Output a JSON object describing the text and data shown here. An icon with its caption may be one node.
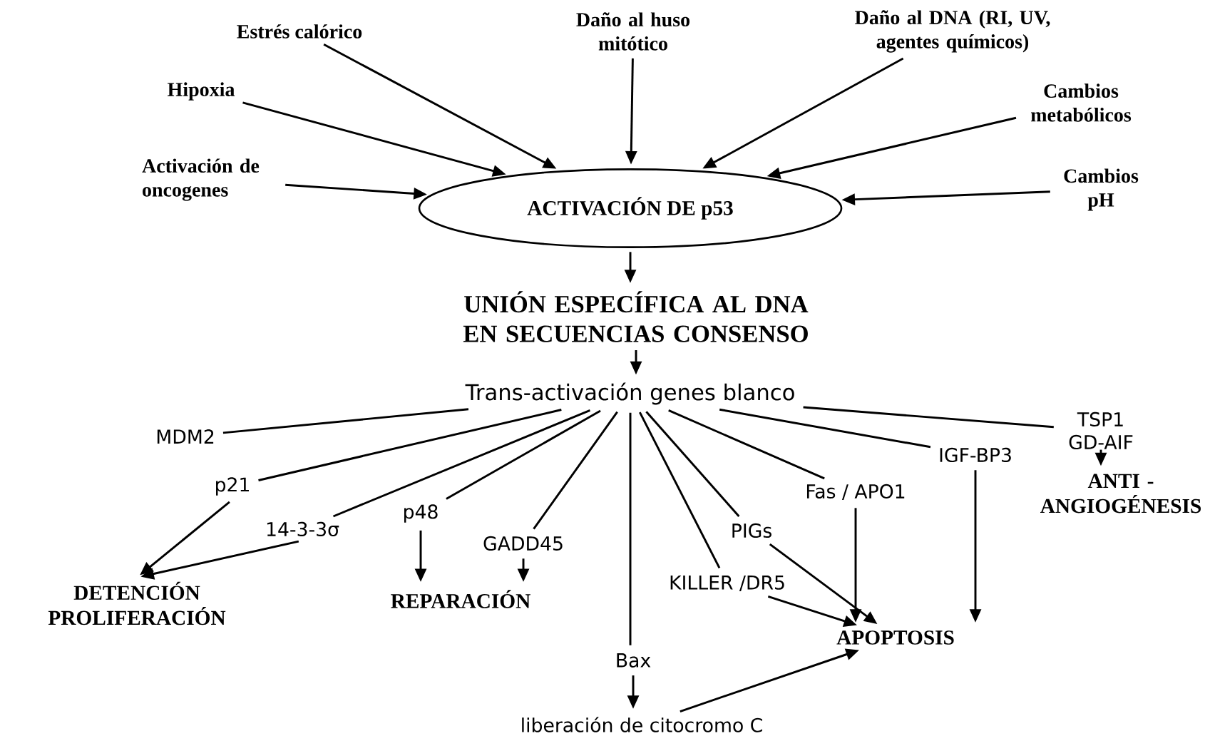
{
  "diagram": {
    "nodes": [
      {
        "text": [
          "Estrés calórico"
        ]
      },
      {
        "text": [
          "Daño al huso mitótico"
        ]
      },
      {
        "text": [
          "Daño al DNA (RI, UV, agentes químicos)"
        ]
      },
      {
        "text": [
          "Hipoxia"
        ]
      },
      {
        "text": [
          "Cambios metabólicos"
        ]
      },
      {
        "text": [
          "Activación de oncogenes"
        ]
      },
      {
        "text": [
          "Cambios pH"
        ]
      },
      {
        "text": [
          "ACTIVACIÓN DE p53"
        ]
      },
      {
        "text": [
          "UNIÓN ESPECÍFICA AL DNA EN SECUENCIAS CONSENSO"
        ]
      },
      {
        "text": [
          "Trans-activación genes blanco"
        ]
      },
      {
        "text": [
          "MDM2"
        ]
      },
      {
        "text": [
          "p21"
        ]
      },
      {
        "text": [
          "14-3-3σ"
        ]
      },
      {
        "text": [
          "p48"
        ]
      },
      {
        "text": [
          "GADD45"
        ]
      },
      {
        "text": [
          "Bax"
        ]
      },
      {
        "text": [
          "KILLER /DR5"
        ]
      },
      {
        "text": [
          "PIGs"
        ]
      },
      {
        "text": [
          "Fas / APO1"
        ]
      },
      {
        "text": [
          "IGF-BP3"
        ]
      },
      {
        "text": [
          "TSP1 GD-AIF"
        ]
      },
      {
        "text": [
          "ANTI - ANGIOGÉNESIS"
        ]
      },
      {
        "text": [
          "DETENCIÓN PROLIFERACIÓN"
        ]
      },
      {
        "text": [
          "REPARACIÓN"
        ]
      },
      {
        "text": [
          "APOPTOSIS"
        ]
      },
      {
        "text": [
          "liberación de citocromo C"
        ]
      }
    ],
    "edges": [
      {
        "from": 0,
        "to": 7,
        "arrow": "to"
      },
      {
        "from": 1,
        "to": 7,
        "arrow": "to"
      },
      {
        "from": 2,
        "to": 7,
        "arrow": "to"
      },
      {
        "from": 3,
        "to": 7,
        "arrow": "to"
      },
      {
        "from": 4,
        "to": 7,
        "arrow": "to"
      },
      {
        "from": 5,
        "to": 7,
        "arrow": "to"
      },
      {
        "from": 6,
        "to": 7,
        "arrow": "to"
      },
      {
        "from": 7,
        "to": 8,
        "arrow": "to"
      },
      {
        "from": 8,
        "to": 9,
        "arrow": "to"
      },
      {
        "from": 9,
        "to": 10,
        "arrow": "none"
      },
      {
        "from": 9,
        "to": 11,
        "arrow": "none"
      },
      {
        "from": 9,
        "to": 12,
        "arrow": "none"
      },
      {
        "from": 9,
        "to": 13,
        "arrow": "none"
      },
      {
        "from": 9,
        "to": 14,
        "arrow": "none"
      },
      {
        "from": 9,
        "to": 15,
        "arrow": "none"
      },
      {
        "from": 9,
        "to": 16,
        "arrow": "none"
      },
      {
        "from": 9,
        "to": 17,
        "arrow": "none"
      },
      {
        "from": 9,
        "to": 18,
        "arrow": "none"
      },
      {
        "from": 9,
        "to": 19,
        "arrow": "none"
      },
      {
        "from": 9,
        "to": 20,
        "arrow": "none"
      },
      {
        "from": 11,
        "to": 22,
        "arrow": "to"
      },
      {
        "from": 12,
        "to": 22,
        "arrow": "to"
      },
      {
        "from": 13,
        "to": 23,
        "arrow": "to"
      },
      {
        "from": 14,
        "to": 23,
        "arrow": "to"
      },
      {
        "from": 20,
        "to": 21,
        "arrow": "to"
      },
      {
        "from": 16,
        "to": 24,
        "arrow": "to"
      },
      {
        "from": 17,
        "to": 24,
        "arrow": "to"
      },
      {
        "from": 18,
        "to": 24,
        "arrow": "to"
      },
      {
        "from": 19,
        "to": 24,
        "arrow": "to"
      },
      {
        "from": 15,
        "to": 25,
        "arrow": "to"
      },
      {
        "from": 25,
        "to": 24,
        "arrow": "to"
      }
    ]
  }
}
